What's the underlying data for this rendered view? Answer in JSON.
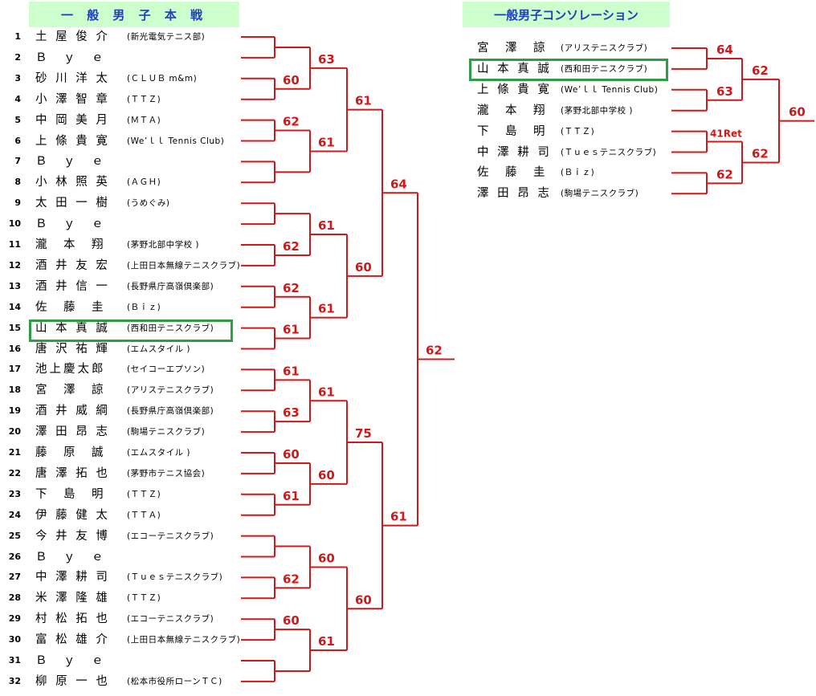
{
  "main": {
    "title": "一 般 男 子 本 戦",
    "players": [
      {
        "no": "1",
        "name": "土 屋 俊 介",
        "club": "(新光電気テニス部)"
      },
      {
        "no": "2",
        "name": "Ｂ　ｙ　ｅ",
        "club": ""
      },
      {
        "no": "3",
        "name": "砂 川 洋 太",
        "club": "(ＣＬＵＢ m&m)"
      },
      {
        "no": "4",
        "name": "小 澤 智 章",
        "club": "(ＴＴＺ)"
      },
      {
        "no": "5",
        "name": "中 岡 美 月",
        "club": "(ＭＴＡ)"
      },
      {
        "no": "6",
        "name": "上 條 貴 寛",
        "club": "(We’ｌｌ Tennis Club)"
      },
      {
        "no": "7",
        "name": "Ｂ　ｙ　ｅ",
        "club": ""
      },
      {
        "no": "8",
        "name": "小 林 照 英",
        "club": "(ＡＧＨ)"
      },
      {
        "no": "9",
        "name": "太 田 一 樹",
        "club": "(うめぐみ)"
      },
      {
        "no": "10",
        "name": "Ｂ　ｙ　ｅ",
        "club": ""
      },
      {
        "no": "11",
        "name": "瀧　本　翔",
        "club": "(茅野北部中学校 )"
      },
      {
        "no": "12",
        "name": "酒 井 友 宏",
        "club": "(上田日本無線テニスクラブ)"
      },
      {
        "no": "13",
        "name": "酒 井 信 一",
        "club": "(長野県庁高嶺倶楽部)"
      },
      {
        "no": "14",
        "name": "佐　藤　圭",
        "club": "(Ｂｉｚ)"
      },
      {
        "no": "15",
        "name": "山 本 真 誠",
        "club": "(西和田テニスクラブ)"
      },
      {
        "no": "16",
        "name": "唐 沢 祐 輝",
        "club": "(エムスタイル )"
      },
      {
        "no": "17",
        "name": "池上慶太郎",
        "club": "(セイコーエプソン)"
      },
      {
        "no": "18",
        "name": "宮　澤　諒",
        "club": "(アリステニスクラブ)"
      },
      {
        "no": "19",
        "name": "酒 井 威 綱",
        "club": "(長野県庁高嶺倶楽部)"
      },
      {
        "no": "20",
        "name": "澤 田 昂 志",
        "club": "(駒場テニスクラブ)"
      },
      {
        "no": "21",
        "name": "藤　原　誠",
        "club": "(エムスタイル )"
      },
      {
        "no": "22",
        "name": "唐 澤 拓 也",
        "club": "(茅野市テニス協会)"
      },
      {
        "no": "23",
        "name": "下　島　明",
        "club": "(ＴＴＺ)"
      },
      {
        "no": "24",
        "name": "伊 藤 健 太",
        "club": "(ＴＴＡ)"
      },
      {
        "no": "25",
        "name": "今 井 友 博",
        "club": "(エコーテニスクラブ)"
      },
      {
        "no": "26",
        "name": "Ｂ　ｙ　ｅ",
        "club": ""
      },
      {
        "no": "27",
        "name": "中 澤 耕 司",
        "club": "(Ｔｕｅｓテニスクラブ)"
      },
      {
        "no": "28",
        "name": "米 澤 隆 雄",
        "club": "(ＴＴＺ)"
      },
      {
        "no": "29",
        "name": "村 松 拓 也",
        "club": "(エコーテニスクラブ)"
      },
      {
        "no": "30",
        "name": "富 松 雄 介",
        "club": "(上田日本無線テニスクラブ)"
      },
      {
        "no": "31",
        "name": "Ｂ　ｙ　ｅ",
        "club": ""
      },
      {
        "no": "32",
        "name": "柳 原 一 也",
        "club": "(松本市役所ローンＴＣ)"
      }
    ],
    "scores": {
      "r1": [
        "",
        "60",
        "62",
        "",
        "",
        "62",
        "62",
        "61",
        "61",
        "63",
        "60",
        "61",
        "",
        "62",
        "60",
        ""
      ],
      "r2": [
        "63",
        "61",
        "61",
        "61",
        "61",
        "60",
        "60",
        "61"
      ],
      "r3": [
        "61",
        "60",
        "75",
        "60"
      ],
      "r4": [
        "64",
        "61"
      ],
      "final": "62"
    }
  },
  "consolation": {
    "title": "一般男子コンソレーション",
    "players": [
      {
        "name": "宮　澤　諒",
        "club": "(アリステニスクラブ)"
      },
      {
        "name": "山 本 真 誠",
        "club": "(西和田テニスクラブ)"
      },
      {
        "name": "上 條 貴 寛",
        "club": "(We’ｌｌ Tennis Club)"
      },
      {
        "name": "瀧　本　翔",
        "club": "(茅野北部中学校 )"
      },
      {
        "name": "下　島　明",
        "club": "(ＴＴＺ)"
      },
      {
        "name": "中 澤 耕 司",
        "club": "(Ｔｕｅｓテニスクラブ)"
      },
      {
        "name": "佐　藤　圭",
        "club": "(Ｂｉｚ)"
      },
      {
        "name": "澤 田 昂 志",
        "club": "(駒場テニスクラブ)"
      }
    ],
    "scores": {
      "r1": [
        "64",
        "63",
        "41Ret",
        "62"
      ],
      "r2": [
        "62",
        "62"
      ],
      "final": "60"
    }
  },
  "highlight_color": "#2e9d45",
  "line_color": "#d01818",
  "title_bg": "#ccffcc",
  "title_color": "#1f3fb8"
}
